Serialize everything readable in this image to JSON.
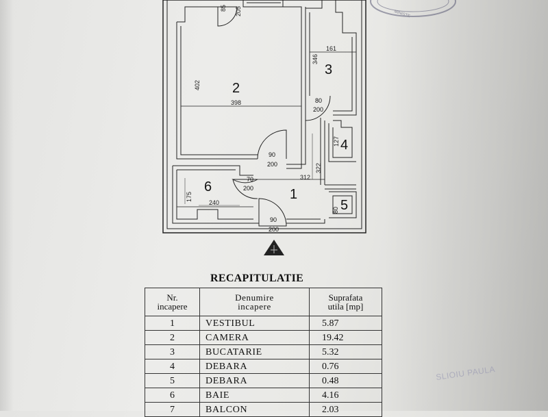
{
  "plan": {
    "rooms": [
      {
        "number": "1"
      },
      {
        "number": "2"
      },
      {
        "number": "3"
      },
      {
        "number": "4"
      },
      {
        "number": "5"
      },
      {
        "number": "6"
      }
    ],
    "dimensions": {
      "d85": "85",
      "d205": "205",
      "d402": "402",
      "d398": "398",
      "d346": "346",
      "d161": "161",
      "d127": "127",
      "d322": "322",
      "d312": "312",
      "d175": "175",
      "d240": "240",
      "d80": "80"
    },
    "doors": [
      {
        "w": "80",
        "h": "200"
      },
      {
        "w": "90",
        "h": "200"
      },
      {
        "w": "70",
        "h": "200"
      },
      {
        "w": "90",
        "h": "200"
      }
    ]
  },
  "recap": {
    "title": "RECAPITULATIE",
    "headers": {
      "nr_line1": "Nr.",
      "nr_line2": "incapere",
      "name_line1": "Denumire",
      "name_line2": "incapere",
      "area_line1": "Suprafata",
      "area_line2": "utila  [mp]"
    },
    "rows": [
      {
        "nr": "1",
        "name": "VESTIBUL",
        "area": "5.87"
      },
      {
        "nr": "2",
        "name": "CAMERA",
        "area": "19.42"
      },
      {
        "nr": "3",
        "name": "BUCATARIE",
        "area": "5.32"
      },
      {
        "nr": "4",
        "name": "DEBARA",
        "area": "0.76"
      },
      {
        "nr": "5",
        "name": "DEBARA",
        "area": "0.48"
      },
      {
        "nr": "6",
        "name": "BAIE",
        "area": "4.16"
      },
      {
        "nr": "7",
        "name": "BALCON",
        "area": "2.03"
      }
    ]
  },
  "stamps": {
    "top_stamp_text": "MINISTE",
    "signature_stamp": "SLIOIU PAULA"
  }
}
